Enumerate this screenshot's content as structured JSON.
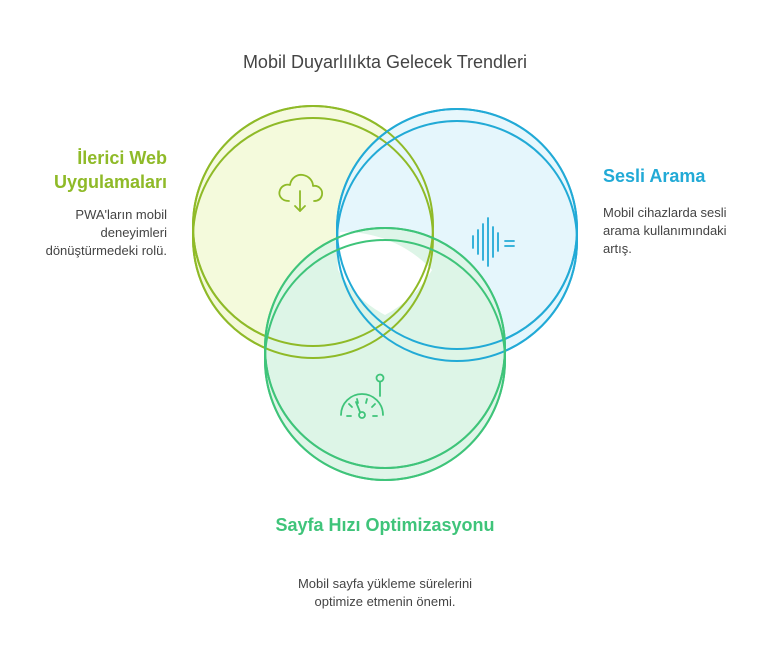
{
  "title": "Mobil Duyarlılıkta Gelecek Trendleri",
  "colors": {
    "pwa": "#8fba28",
    "voice": "#22aad6",
    "speed": "#3fc47a"
  },
  "sections": {
    "pwa": {
      "heading": "İlerici Web Uygulamaları",
      "description": "PWA'ların mobil deneyimleri dönüştürmedeki rolü.",
      "icon": "cloud-download-icon"
    },
    "voice": {
      "heading": "Sesli Arama",
      "description": "Mobil cihazlarda sesli arama kullanımındaki artış.",
      "icon": "sound-wave-icon"
    },
    "speed": {
      "heading": "Sayfa Hızı Optimizasyonu",
      "description": "Mobil sayfa yükleme sürelerini optimize etmenin önemi.",
      "icon": "speedometer-icon"
    }
  }
}
